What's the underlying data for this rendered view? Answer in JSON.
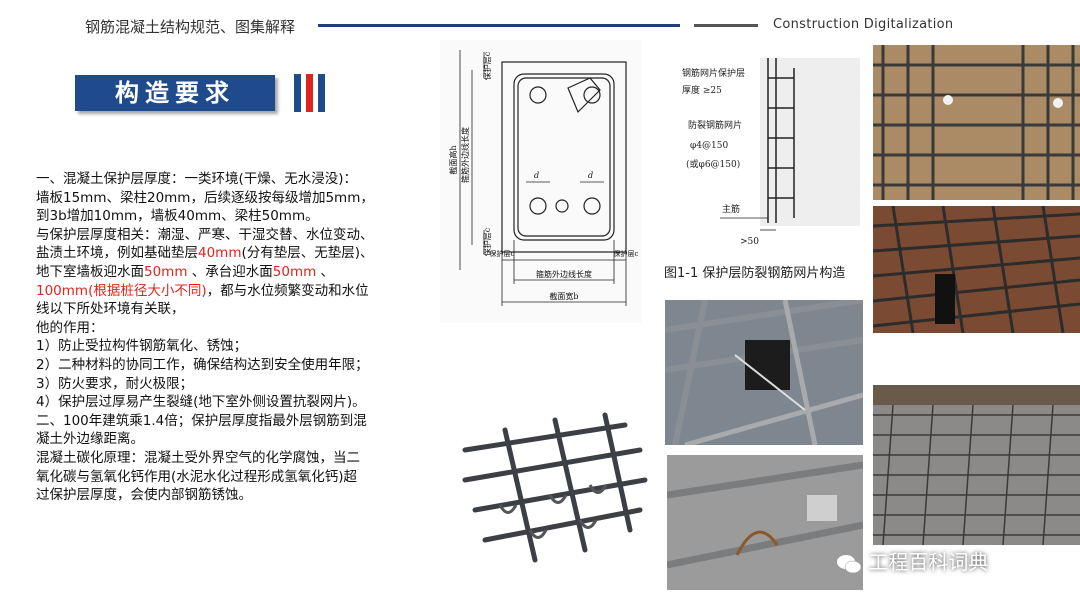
{
  "header": {
    "title": "钢筋混凝土结构规范、图集解释",
    "subtitle_en": "Construction  Digitalization"
  },
  "banner": {
    "title": "构造要求"
  },
  "body": {
    "lines": [
      [
        {
          "t": "一、混凝土保护层厚度：一类环境(干燥、无水浸没)："
        }
      ],
      [
        {
          "t": "墙板15mm、梁柱20mm，后续逐级按每级增加5mm，"
        }
      ],
      [
        {
          "t": "到3b增加10mm，墙板40mm、梁柱50mm。"
        }
      ],
      [
        {
          "t": "与保护层厚度相关：潮湿、严寒、干湿交替、水位变动、"
        }
      ],
      [
        {
          "t": "盐渍土环境，例如基础垫层"
        },
        {
          "t": "40mm",
          "red": true
        },
        {
          "t": "(分有垫层、无垫层)、"
        }
      ],
      [
        {
          "t": "地下室墙板迎水面"
        },
        {
          "t": "50mm",
          "red": true
        },
        {
          "t": " 、承台迎水面"
        },
        {
          "t": "50mm",
          "red": true
        },
        {
          "t": " 、"
        }
      ],
      [
        {
          "t": "100mm(根据桩径大小不同)",
          "red": true
        },
        {
          "t": "，都与水位频繁变动和水位"
        }
      ],
      [
        {
          "t": "线以下所处环境有关联，"
        }
      ],
      [
        {
          "t": "他的作用："
        }
      ],
      [
        {
          "t": "1）防止受拉构件钢筋氧化、锈蚀；"
        }
      ],
      [
        {
          "t": "2）二种材料的协同工作，确保结构达到安全使用年限；"
        }
      ],
      [
        {
          "t": "3）防火要求，耐火极限；"
        }
      ],
      [
        {
          "t": "4）保护层过厚易产生裂缝(地下室外侧设置抗裂网片)。"
        }
      ],
      [
        {
          "t": "二、100年建筑乘1.4倍；保护层厚度指最外层钢筋到混"
        }
      ],
      [
        {
          "t": "凝土外边缘距离。"
        }
      ],
      [
        {
          "t": "混凝土碳化原理：混凝土受外界空气的化学腐蚀，当二"
        }
      ],
      [
        {
          "t": "氧化碳与氢氧化钙作用(水泥水化过程形成氢氧化钙)超"
        }
      ],
      [
        {
          "t": "过保护层厚度，会使内部钢筋锈蚀。"
        }
      ]
    ]
  },
  "section_diagram": {
    "labels": {
      "cover_top": "保护层c",
      "cover_bottom": "保护层c",
      "height": "截面高h",
      "stirrup_height": "箍筋外边线长度",
      "d1": "d",
      "d2": "d",
      "cover_left": "保护层c",
      "cover_right": "保护层c",
      "stirrup_width": "箍筋外边线长度",
      "width": "截面宽b"
    }
  },
  "mesh_diagram": {
    "label1": "钢筋网片保护层",
    "label2": "厚度 ≥25",
    "label3": "防裂钢筋网片",
    "label4": "φ4@150",
    "label5": "(或φ6@150)",
    "label6": "主筋",
    "label7": ">50",
    "caption": "图1-1  保护层防裂钢筋网片构造"
  },
  "watermark": "工程百科词典",
  "colors": {
    "brand_blue": "#1f4b8c",
    "accent_red": "#e0251c"
  }
}
